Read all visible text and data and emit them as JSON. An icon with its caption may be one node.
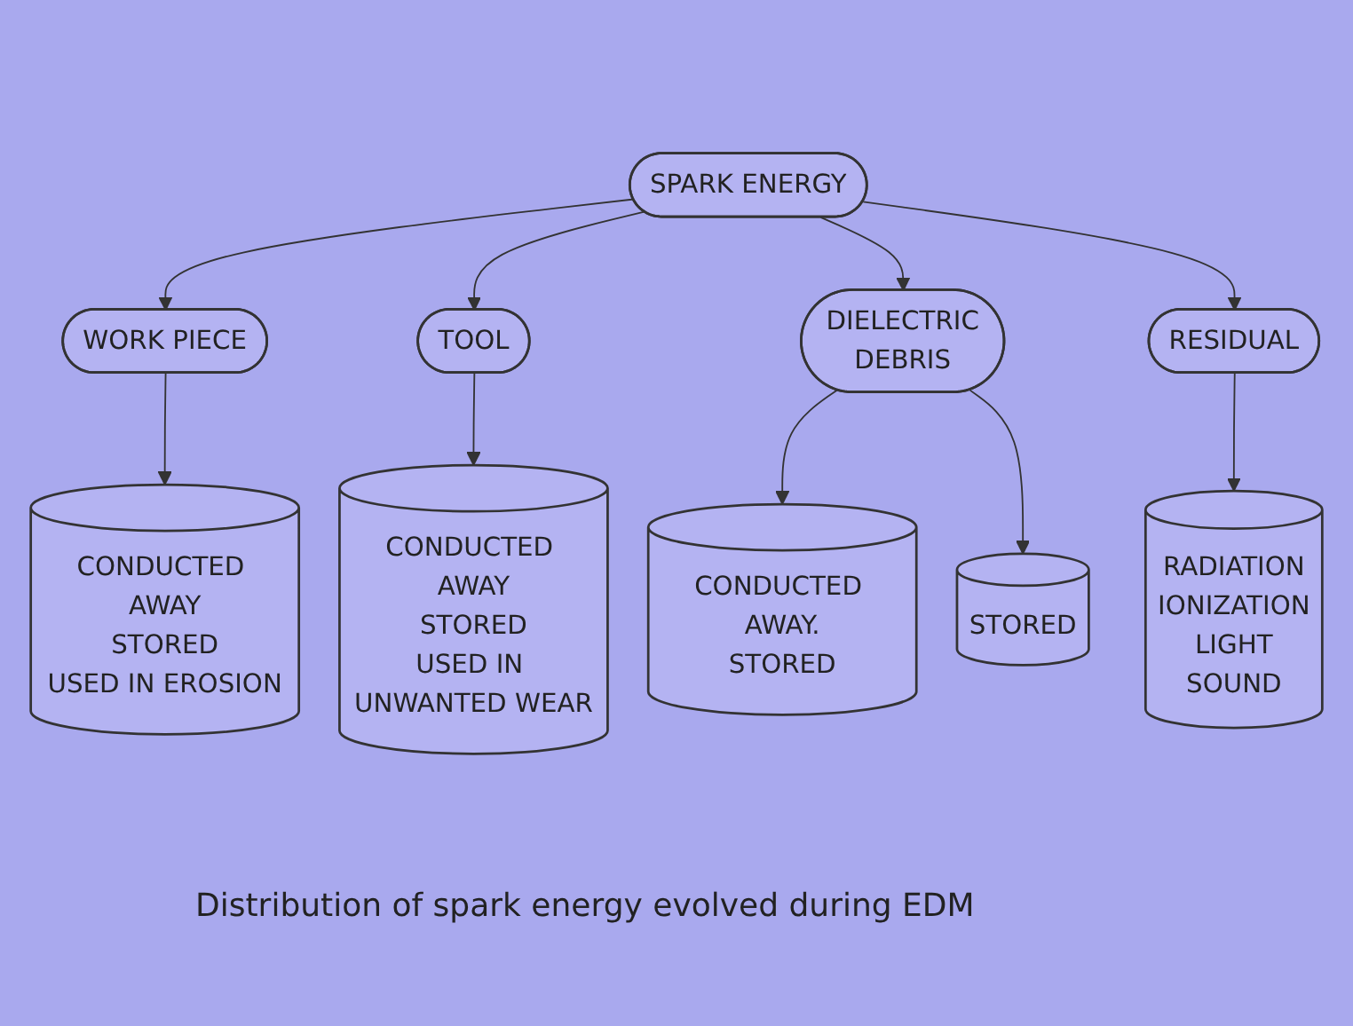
{
  "diagram": {
    "caption": "Distribution of spark energy evolved during EDM",
    "nodes": [
      {
        "text": [
          "SPARK ENERGY"
        ]
      },
      {
        "text": [
          "WORK PIECE"
        ]
      },
      {
        "text": [
          "TOOL"
        ]
      },
      {
        "text": [
          "DIELECTRIC",
          "DEBRIS"
        ]
      },
      {
        "text": [
          "RESIDUAL"
        ]
      },
      {
        "text": [
          "CONDUCTED AWAY",
          "STORED",
          "USED IN EROSION"
        ]
      },
      {
        "text": [
          "CONDUCTED AWAY",
          "STORED",
          "USED IN UNWANTED WEAR"
        ]
      },
      {
        "text": [
          "CONDUCTED AWAY.",
          "STORED"
        ]
      },
      {
        "text": [
          "STORED"
        ]
      },
      {
        "text": [
          "RADIATION",
          "IONIZATION",
          "LIGHT",
          "SOUND"
        ]
      }
    ],
    "edges": [
      {
        "from": 0,
        "to": 1,
        "arrow": "to"
      },
      {
        "from": 0,
        "to": 2,
        "arrow": "to"
      },
      {
        "from": 0,
        "to": 3,
        "arrow": "to"
      },
      {
        "from": 0,
        "to": 4,
        "arrow": "to"
      },
      {
        "from": 1,
        "to": 5,
        "arrow": "to"
      },
      {
        "from": 2,
        "to": 6,
        "arrow": "to"
      },
      {
        "from": 3,
        "to": 7,
        "arrow": "to"
      },
      {
        "from": 3,
        "to": 8,
        "arrow": "to"
      },
      {
        "from": 4,
        "to": 9,
        "arrow": "to"
      }
    ]
  }
}
